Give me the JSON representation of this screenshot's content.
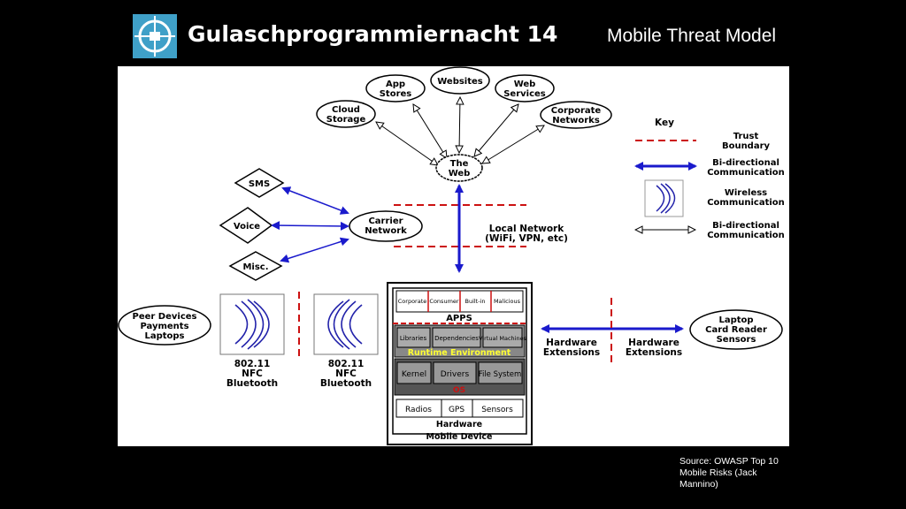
{
  "header": {
    "title": "Gulaschprogrammiernacht 14",
    "subtitle": "Mobile Threat Model",
    "logo_icon": "gpn-logo-icon"
  },
  "colors": {
    "background": "#000000",
    "panel": "#ffffff",
    "logo": "#3fa0c8",
    "trust_boundary": "#cc1111",
    "arrow": "#1a1acc",
    "runtime_label": "#ffff33",
    "os_label": "#cc1111"
  },
  "diagram": {
    "web_nodes": {
      "cloud_storage": [
        "Cloud",
        "Storage"
      ],
      "app_stores": [
        "App",
        "Stores"
      ],
      "websites": [
        "Websites"
      ],
      "web_services": [
        "Web",
        "Services"
      ],
      "corporate_networks": [
        "Corporate",
        "Networks"
      ],
      "the_web": [
        "The",
        "Web"
      ]
    },
    "carrier": {
      "sms": "SMS",
      "voice": "Voice",
      "misc": "Misc.",
      "carrier_network": [
        "Carrier",
        "Network"
      ]
    },
    "local_network": [
      "Local Network",
      "(WiFi, VPN, etc)"
    ],
    "key": {
      "title": "Key",
      "trust_boundary": [
        "Trust",
        "Boundary"
      ],
      "bidirectional": [
        "Bi-directional",
        "Communication"
      ],
      "wireless": [
        "Wireless",
        "Communication"
      ],
      "bidirectional_thin": [
        "Bi-directional",
        "Communication"
      ]
    },
    "peer_devices": [
      "Peer Devices",
      "Payments",
      "Laptops"
    ],
    "wireless_left_label": [
      "802.11",
      "NFC",
      "Bluetooth"
    ],
    "wireless_right_label": [
      "802.11",
      "NFC",
      "Bluetooth"
    ],
    "device": {
      "apps_cells": [
        "Corporate",
        "Consumer",
        "Built-in",
        "Malicious"
      ],
      "apps_label": "APPS",
      "runtime_cells": [
        "Libraries",
        "Dependencies",
        "Virtual Machines"
      ],
      "runtime_label": "Runtime Environment",
      "os_cells": [
        "Kernel",
        "Drivers",
        "File System"
      ],
      "os_label": "OS",
      "hardware_cells": [
        "Radios",
        "GPS",
        "Sensors"
      ],
      "hardware_label": "Hardware",
      "device_label": "Mobile Device"
    },
    "hardware_extensions_left": [
      "Hardware",
      "Extensions"
    ],
    "hardware_extensions_right": [
      "Hardware",
      "Extensions"
    ],
    "laptop_node": [
      "Laptop",
      "Card Reader",
      "Sensors"
    ]
  },
  "source": "Source: OWASP Top 10 Mobile Risks (Jack Mannino)"
}
